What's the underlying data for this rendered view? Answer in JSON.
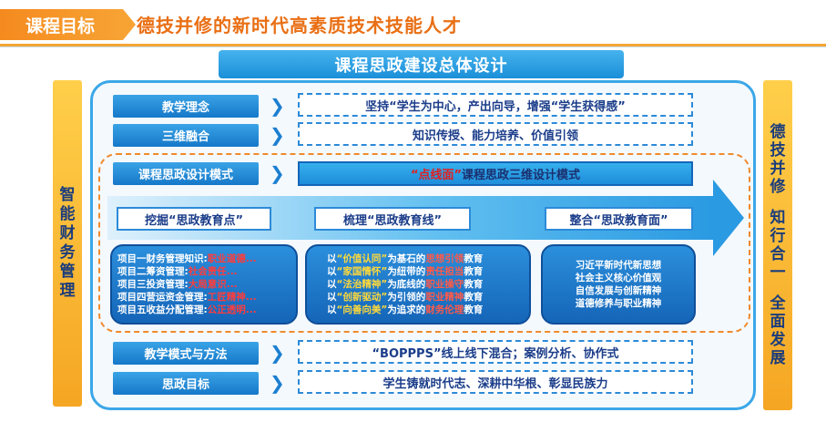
{
  "header": {
    "tab": "课程目标",
    "subtitle": "德技并修的新时代高素质技术技能人才"
  },
  "title": "课程思政建设总体设计",
  "left_bar": [
    "智",
    "能",
    "财",
    "务",
    "管",
    "理"
  ],
  "right_bar": [
    "德",
    "技",
    "并",
    "修",
    "",
    "知",
    "行",
    "合",
    "一",
    "",
    "全",
    "面",
    "发",
    "展"
  ],
  "rows": {
    "concept": {
      "label": "教学理念",
      "content": "坚持“学生为中心，产出向导，增强“学生获得感”"
    },
    "fusion": {
      "label": "三维融合",
      "content": "知识传授、能力培养、价值引领"
    },
    "mode": {
      "label": "课程思政设计模式",
      "content_red": "“点线面”",
      "content_rest": "课程思政三维设计模式"
    },
    "method": {
      "label": "教学模式与方法",
      "content": "“BOPPPS”线上线下混合；案例分析、协作式"
    },
    "goal": {
      "label": "思政目标",
      "content": "学生铸就时代志、深耕中华根、彰显民族力"
    }
  },
  "steps": [
    "挖掘“思政教育点”",
    "梳理“思政教育线”",
    "整合“思政教育面”"
  ],
  "points": [
    {
      "item": "项目一财务管理知识:",
      "value": "职业道德..."
    },
    {
      "item": "项目二筹资管理:",
      "value": "社会责任..."
    },
    {
      "item": "项目三投资管理:",
      "value": "大局意识..."
    },
    {
      "item": "项目四营运资金管理:",
      "value": "工匠精神..."
    },
    {
      "item": "项目五收益分配管理:",
      "value": "公正透明..."
    }
  ],
  "lines": [
    {
      "pre": "以",
      "key": "“价值认同”",
      "mid": "为基石的",
      "target": "思想引领",
      "post": "教育"
    },
    {
      "pre": "以",
      "key": "“家国情怀”",
      "mid": "为纽带的",
      "target": "责任担当",
      "post": "教育"
    },
    {
      "pre": "以",
      "key": "“法治精神”",
      "mid": "为底线的",
      "target": "职业操守",
      "post": "教育"
    },
    {
      "pre": "以",
      "key": "“创新驱动”",
      "mid": "为引领的",
      "target": "职业精神",
      "post": "教育"
    },
    {
      "pre": "以",
      "key": "“向善向美”",
      "mid": "为追求的",
      "target": "财务伦理",
      "post": "教育"
    }
  ],
  "surface": [
    "习近平新时代新思想",
    "社会主义核心价值观",
    "自信发展与创新精神",
    "道德修养与职业精神"
  ],
  "colors": {
    "orange": "#f58a1f",
    "blue": "#1d8ddb",
    "red": "#e02020",
    "yellow": "#ffd93a"
  }
}
